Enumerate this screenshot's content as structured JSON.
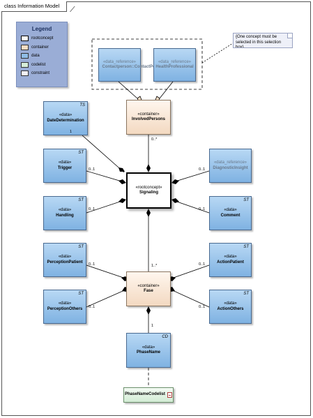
{
  "frame": {
    "title": "class Information Model"
  },
  "legend": {
    "title": "Legend",
    "items": [
      {
        "label": "rootconcept",
        "color": "#ffffff"
      },
      {
        "label": "container",
        "color": "#f6dcc3"
      },
      {
        "label": "data",
        "color": "#8fbde7"
      },
      {
        "label": "codelist",
        "color": "#d6eed8"
      },
      {
        "label": "constraint",
        "color": "#f0f0f8"
      }
    ]
  },
  "note": {
    "text": "{One concept must be selected in this selection box}"
  },
  "colors": {
    "data": "#8fbde7",
    "container": "#f6dcc3",
    "rootconcept": "#ffffff",
    "codelist": "#d6eed8"
  },
  "nodes": {
    "contactperson": {
      "stereotype": "«data_reference»",
      "name": "Contactperson::ContactPerson"
    },
    "healthprofessional": {
      "stereotype": "«data_reference»",
      "name": "HealthProfessional"
    },
    "involvedpersons": {
      "stereotype": "«container»",
      "name": "InvolvedPersons"
    },
    "datedetermination": {
      "stereotype": "«data»",
      "name": "DateDetermination",
      "type": "TS"
    },
    "trigger": {
      "stereotype": "«data»",
      "name": "Trigger",
      "type": "ST"
    },
    "diagnosticinsight": {
      "stereotype": "«data_reference»",
      "name": "DiagnosticInsight"
    },
    "signaling": {
      "stereotype": "«rootconcept»",
      "name": "Signaling"
    },
    "handling": {
      "stereotype": "«data»",
      "name": "Handling",
      "type": "ST"
    },
    "comment": {
      "stereotype": "«data»",
      "name": "Comment",
      "type": "ST"
    },
    "perceptionpatient": {
      "stereotype": "«data»",
      "name": "PerceptionPatient",
      "type": "ST"
    },
    "actionpatient": {
      "stereotype": "«data»",
      "name": "ActionPatient",
      "type": "ST"
    },
    "fase": {
      "stereotype": "«container»",
      "name": "Fase"
    },
    "perceptionothers": {
      "stereotype": "«data»",
      "name": "PerceptionOthers",
      "type": "ST"
    },
    "actionothers": {
      "stereotype": "«data»",
      "name": "ActionOthers",
      "type": "ST"
    },
    "phasename": {
      "stereotype": "«data»",
      "name": "PhaseName",
      "type": "CD"
    },
    "phasenamecodelist": {
      "name": "PhaseNameCodelist"
    }
  },
  "multiplicities": {
    "date": "1",
    "involved": "0..*",
    "trigger": "0..1",
    "diagnostic": "0..1",
    "handling": "0..1",
    "comment": "0..1",
    "fase": "1..*",
    "perception_patient": "0..1",
    "action_patient": "0..1",
    "perception_others": "0..1",
    "action_others": "0..1",
    "phasename": "1"
  }
}
